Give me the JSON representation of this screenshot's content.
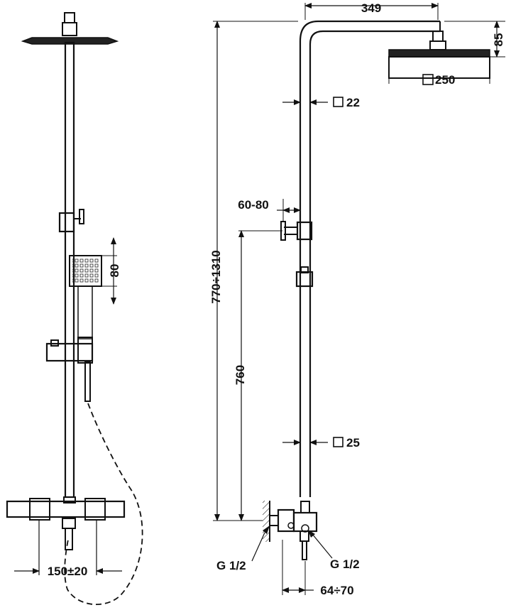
{
  "dimensions": {
    "head_offset": "349",
    "head_height": "85",
    "head_size": "250",
    "upper_pipe": "22",
    "arm_length": "60-80",
    "total_height": "770÷1310",
    "outlet_height": "760",
    "lower_pipe": "25",
    "inlet_left": "G 1/2",
    "inlet_right": "G 1/2",
    "wall_offset": "64÷70",
    "handshower_size": "80",
    "inlet_spacing": "150±20"
  }
}
